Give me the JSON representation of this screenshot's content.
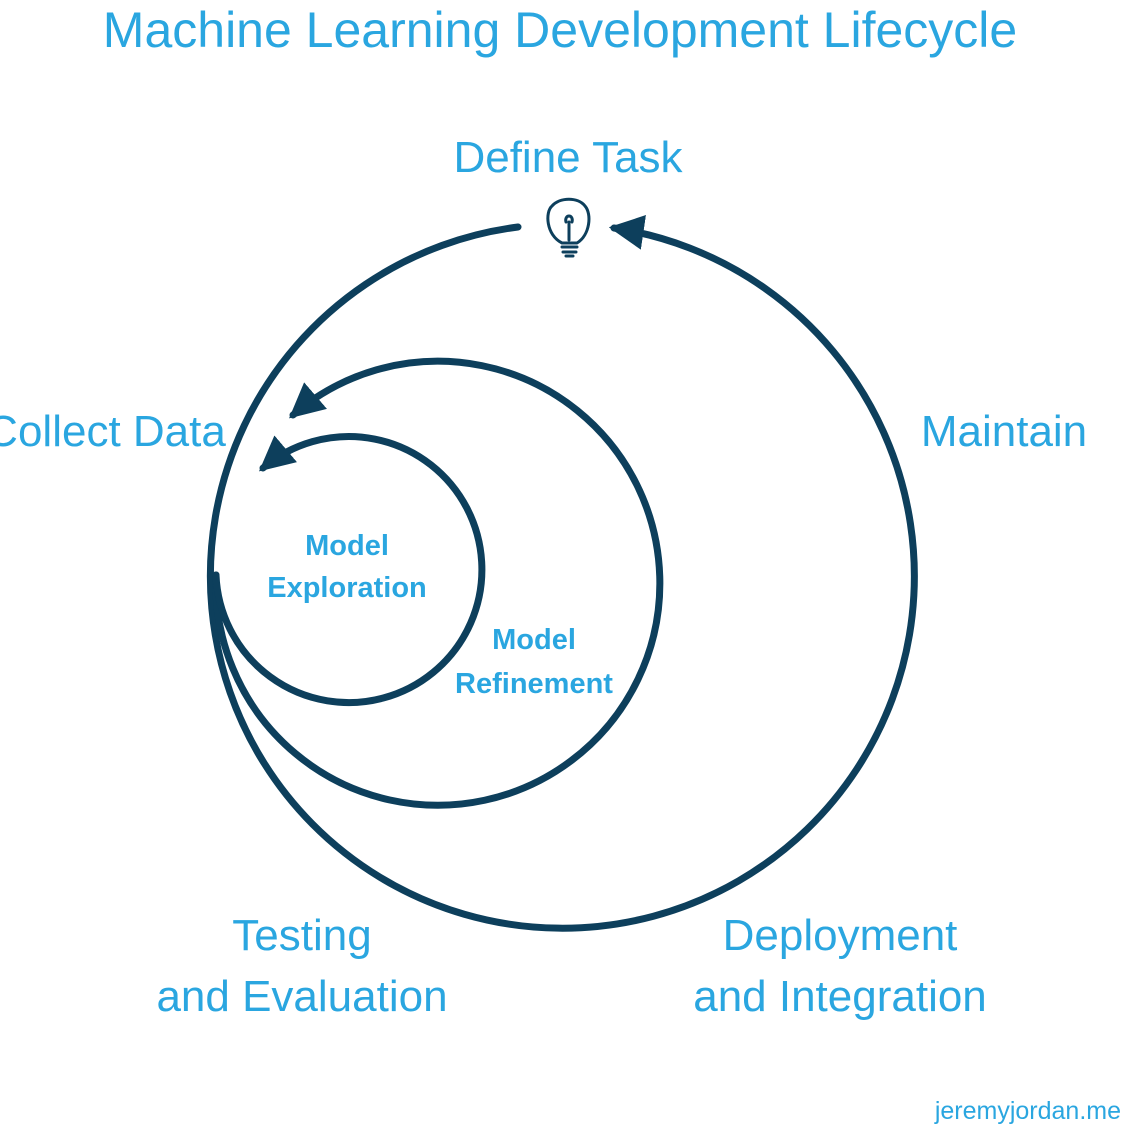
{
  "title": "Machine Learning Development Lifecycle",
  "stages": {
    "define_task": "Define Task",
    "collect_data": "Collect Data",
    "maintain": "Maintain",
    "testing": [
      "Testing",
      "and Evaluation"
    ],
    "deployment": [
      "Deployment",
      "and Integration"
    ]
  },
  "inner_loops": {
    "exploration": [
      "Model",
      "Exploration"
    ],
    "refinement": [
      "Model",
      "Refinement"
    ]
  },
  "credit": "jeremyjordan.me",
  "colors": {
    "label": "#2aa6e0",
    "line": "#0d3f5c",
    "background": "#ffffff"
  },
  "icon": "lightbulb-icon"
}
